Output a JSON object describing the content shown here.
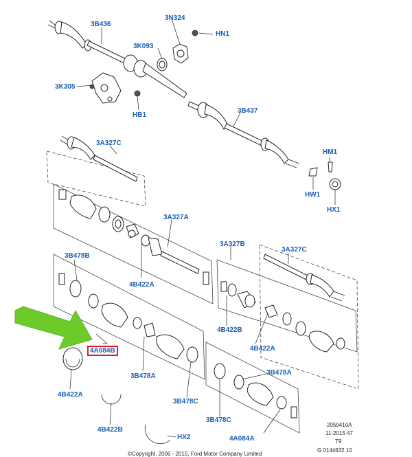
{
  "callouts": {
    "c3B436": "3B436",
    "c3N324": "3N324",
    "cHN1": "HN1",
    "c3K093": "3K093",
    "c3K305": "3K305",
    "cHB1": "HB1",
    "c3B437": "3B437",
    "c3A327C_top": "3A327C",
    "cHM1": "HM1",
    "cHW1": "HW1",
    "cHX1": "HX1",
    "c3A327A": "3A327A",
    "c3A327B": "3A327B",
    "c3A327C_right": "3A327C",
    "c3B478B": "3B478B",
    "c4B422A_mid": "4B422A",
    "c4B422B_mid": "4B422B",
    "c4B422A_right": "4B422A",
    "c4A084B": "4A084B",
    "c3B478A_left": "3B478A",
    "c4B422A_left": "4B422A",
    "c3B478C_mid": "3B478C",
    "c4B422B_left": "4B422B",
    "cHX2": "HX2",
    "c3B478A_right": "3B478A",
    "c3B478C_right": "3B478C",
    "c4A084A": "4A084A"
  },
  "footer": {
    "ref_line1": "2050410A",
    "ref_line2": "11-2015 47",
    "ref_line3": "T9",
    "ref_line4": "G 0144632 10",
    "copyright": "©Copyright, 2006 - 2015, Ford Motor Company Limited"
  },
  "colors": {
    "label_blue": "#1a5fb4",
    "highlight_red": "#e01b24",
    "arrow_green": "#6ccb2a"
  },
  "arrow_icon": "pointer-arrow-icon"
}
